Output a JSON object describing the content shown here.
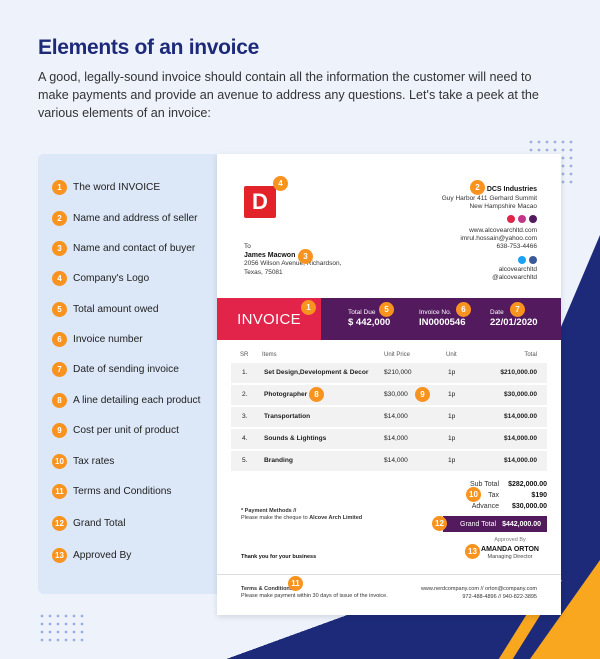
{
  "title": "Elements of an invoice",
  "intro": "A good, legally-sound invoice should contain all the information the customer will need to make payments and provide an avenue to address any questions. Let's take a peek at the various elements of an invoice:",
  "legend": [
    {
      "num": "1",
      "label": "The word INVOICE"
    },
    {
      "num": "2",
      "label": "Name and address of seller"
    },
    {
      "num": "3",
      "label": "Name and contact of buyer"
    },
    {
      "num": "4",
      "label": "Company's Logo"
    },
    {
      "num": "5",
      "label": "Total amount owed"
    },
    {
      "num": "6",
      "label": "Invoice number"
    },
    {
      "num": "7",
      "label": "Date of sending invoice"
    },
    {
      "num": "8",
      "label": "A line detailing each product"
    },
    {
      "num": "9",
      "label": "Cost per unit of product"
    },
    {
      "num": "10",
      "label": "Tax rates"
    },
    {
      "num": "11",
      "label": "Terms and Conditions"
    },
    {
      "num": "12",
      "label": "Grand Total"
    },
    {
      "num": "13",
      "label": "Approved By"
    }
  ],
  "invoice": {
    "logo_letter": "D",
    "seller": {
      "name": "DCS Industries",
      "line1": "Guy Harbor 411 Gerhard Summit",
      "line2": "New Hampshire Macao"
    },
    "contact": {
      "web": "www.alcovearchltd.com",
      "email": "imrul.hossain@yahoo.com",
      "phone": "638-753-4466"
    },
    "social_handles": {
      "line1": "alcovearchltd",
      "line2": "@alcovearchltd"
    },
    "buyer": {
      "to": "To",
      "name": "James Macwon",
      "line1": "2056  Wilson Avenue, Richardson,",
      "line2": "Texas, 75081"
    },
    "banner": {
      "word": "INVOICE",
      "total_due_label": "Total Due",
      "total_due": "$ 442,000",
      "invoice_no_label": "Invoice No.",
      "invoice_no": "IN0000546",
      "date_label": "Date",
      "date": "22/01/2020"
    },
    "table_headers": {
      "sr": "SR",
      "items": "Items",
      "unit_price": "Unit Price",
      "unit": "Unit",
      "total": "Total"
    },
    "rows": [
      {
        "sr": "1.",
        "item": "Set Design,Development & Decor",
        "price": "$210,000",
        "unit": "1p",
        "total": "$210,000.00"
      },
      {
        "sr": "2.",
        "item": "Photographer",
        "price": "$30,000",
        "unit": "1p",
        "total": "$30,000.00"
      },
      {
        "sr": "3.",
        "item": "Transportation",
        "price": "$14,000",
        "unit": "1p",
        "total": "$14,000.00"
      },
      {
        "sr": "4.",
        "item": "Sounds & Lightings",
        "price": "$14,000",
        "unit": "1p",
        "total": "$14,000.00"
      },
      {
        "sr": "5.",
        "item": "Branding",
        "price": "$14,000",
        "unit": "1p",
        "total": "$14,000.00"
      }
    ],
    "totals": {
      "subtotal_label": "Sub Total",
      "subtotal": "$282,000.00",
      "tax_label": "Tax",
      "tax": "$190",
      "advance_label": "Advance",
      "advance": "$30,000.00",
      "grand_label": "Grand Total",
      "grand": "$442,000.00"
    },
    "payment": {
      "title": "* Payment Methods //",
      "text": "Please make the cheque to ",
      "payee": "Alcove Arch Limited"
    },
    "thanks": "Thank you for your business",
    "approved": {
      "label": "Approved By",
      "name": "AMANDA ORTON",
      "role": "Managing Director"
    },
    "terms": {
      "title": "Terms & Conditions",
      "text": "Please make payment within 30 days of issue of the invoice."
    },
    "footer_contact": {
      "line1": "www.nerdcompany.com  // orton@company.com",
      "line2": "972-488-4896  // 940-822-3895"
    }
  },
  "colors": {
    "navy": "#1d2a7a",
    "orange": "#f7931e",
    "red": "#e2234a",
    "purple": "#531a5e"
  }
}
